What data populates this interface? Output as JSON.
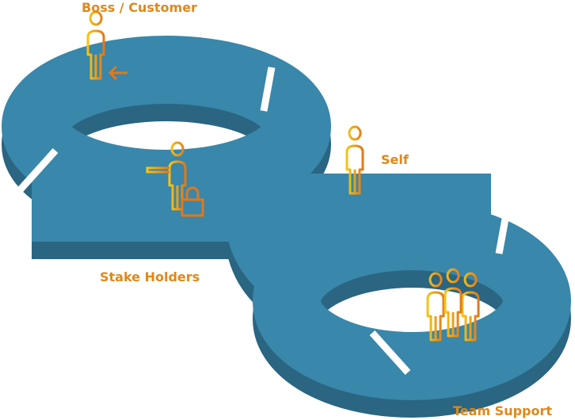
{
  "labels": {
    "boss": "Boss / Customer",
    "self": "Self",
    "stake": "Stake Holders",
    "team": "Team Support"
  },
  "colors": {
    "top": "#3987aa",
    "side": "#2a6582",
    "label": "#e0881a",
    "icon_light": "#f7c414",
    "icon_dark": "#e2781a"
  },
  "icons": [
    "person-arrow-icon",
    "person-pointing-lock-icon",
    "person-icon",
    "group-icon"
  ]
}
